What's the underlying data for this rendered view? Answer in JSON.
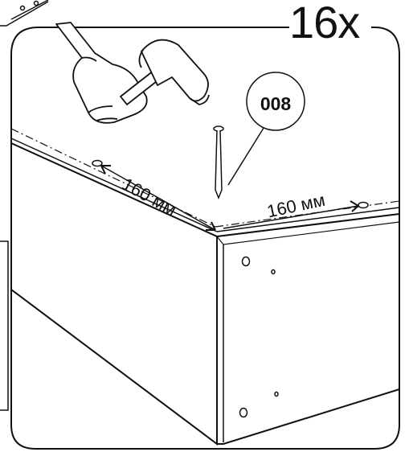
{
  "step": {
    "quantity": "16x",
    "part_number": "008",
    "dimension_left": "160 мм",
    "dimension_right": "160 мм"
  },
  "colors": {
    "line": "#111111",
    "background": "#ffffff",
    "glove": "#ffffff"
  },
  "icons": {
    "hand": "gloved-hand-icon",
    "hammer": "hammer-icon",
    "nail": "nail-icon"
  }
}
